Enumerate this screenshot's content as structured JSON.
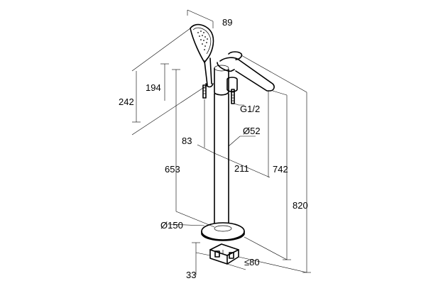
{
  "diagram": {
    "labels": {
      "head_width": "89",
      "hose_height_1": "194",
      "hose_height_2": "242",
      "thread": "G1/2",
      "pipe_diameter": "Ø52",
      "offset_83": "83",
      "offset_211": "211",
      "height_653": "653",
      "height_742": "742",
      "height_820": "820",
      "base_diameter": "Ø150",
      "base_33": "33",
      "base_80": "≤80"
    }
  }
}
